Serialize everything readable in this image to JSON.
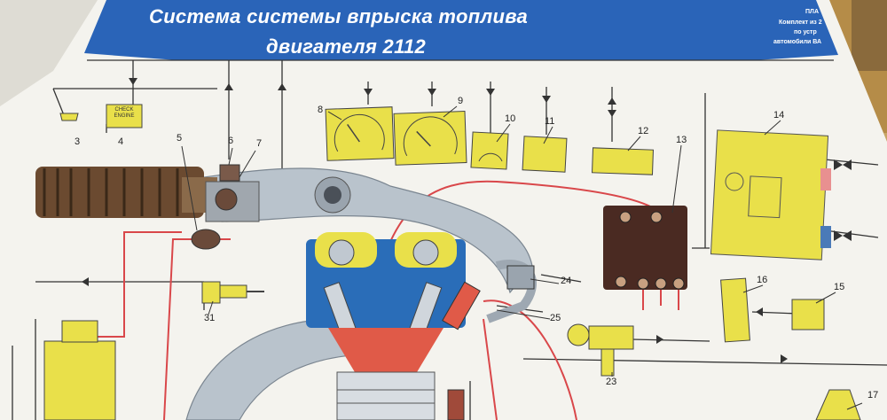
{
  "header": {
    "title_line1": "Система системы впрыска топлива",
    "title_line2": "двигателя 2112",
    "corner_text": [
      "ПЛА",
      "Комплект из 2",
      "по устр",
      "автомобили ВА"
    ]
  },
  "indicator": {
    "line1": "CHECK",
    "line2": "ENGINE"
  },
  "callouts": [
    "3",
    "4",
    "5",
    "6",
    "7",
    "8",
    "9",
    "10",
    "11",
    "12",
    "13",
    "14",
    "15",
    "16",
    "17",
    "23",
    "24",
    "25",
    "31"
  ],
  "colors": {
    "header_blue": "#2a64b8",
    "component_yellow": "#e9e04a",
    "wire_red": "#d9474a",
    "manifold_grey": "#b9c3cc",
    "combustion_red": "#e05a48",
    "module_brown": "#4a2a22"
  }
}
